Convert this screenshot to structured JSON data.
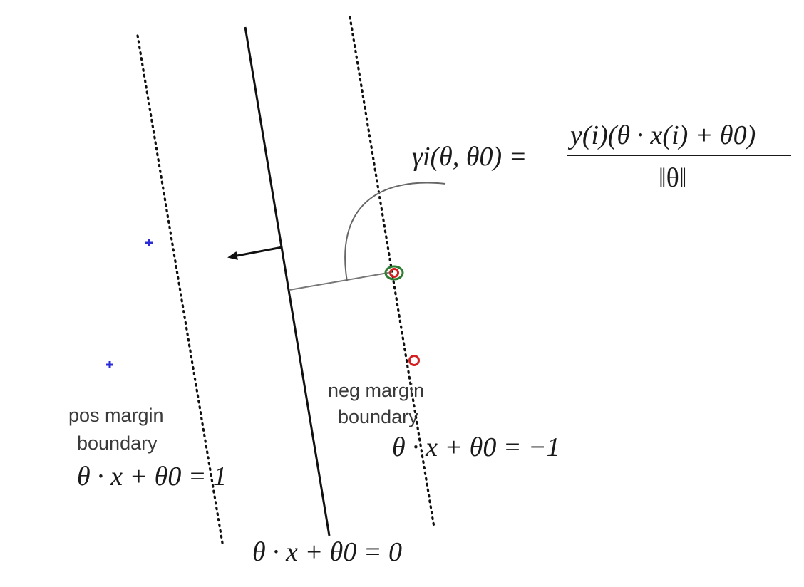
{
  "boundaries": {
    "decision": {
      "equation": "θ · x + θ0 = 0"
    },
    "positive_margin": {
      "label_line1": "pos margin",
      "label_line2": "boundary",
      "equation": "θ · x + θ0 = 1"
    },
    "negative_margin": {
      "label_line1": "neg margin",
      "label_line2": "boundary",
      "equation": "θ · x + θ0 = −1"
    }
  },
  "margin_formula": {
    "lhs": "γi(θ, θ0) =",
    "numerator": "y(i)(θ · x(i) + θ0)",
    "denominator": "‖θ‖"
  },
  "points": {
    "positive_count": 2,
    "negative_count": 2,
    "highlighted_negative": true
  },
  "colors": {
    "positive_point": "#2b2bd9",
    "negative_point": "#d42020",
    "highlight_ring": "#2e7d32",
    "lines": "#111111",
    "margin_segment": "#777777"
  },
  "icons": {
    "normal_vector": "arrow-left-icon"
  }
}
